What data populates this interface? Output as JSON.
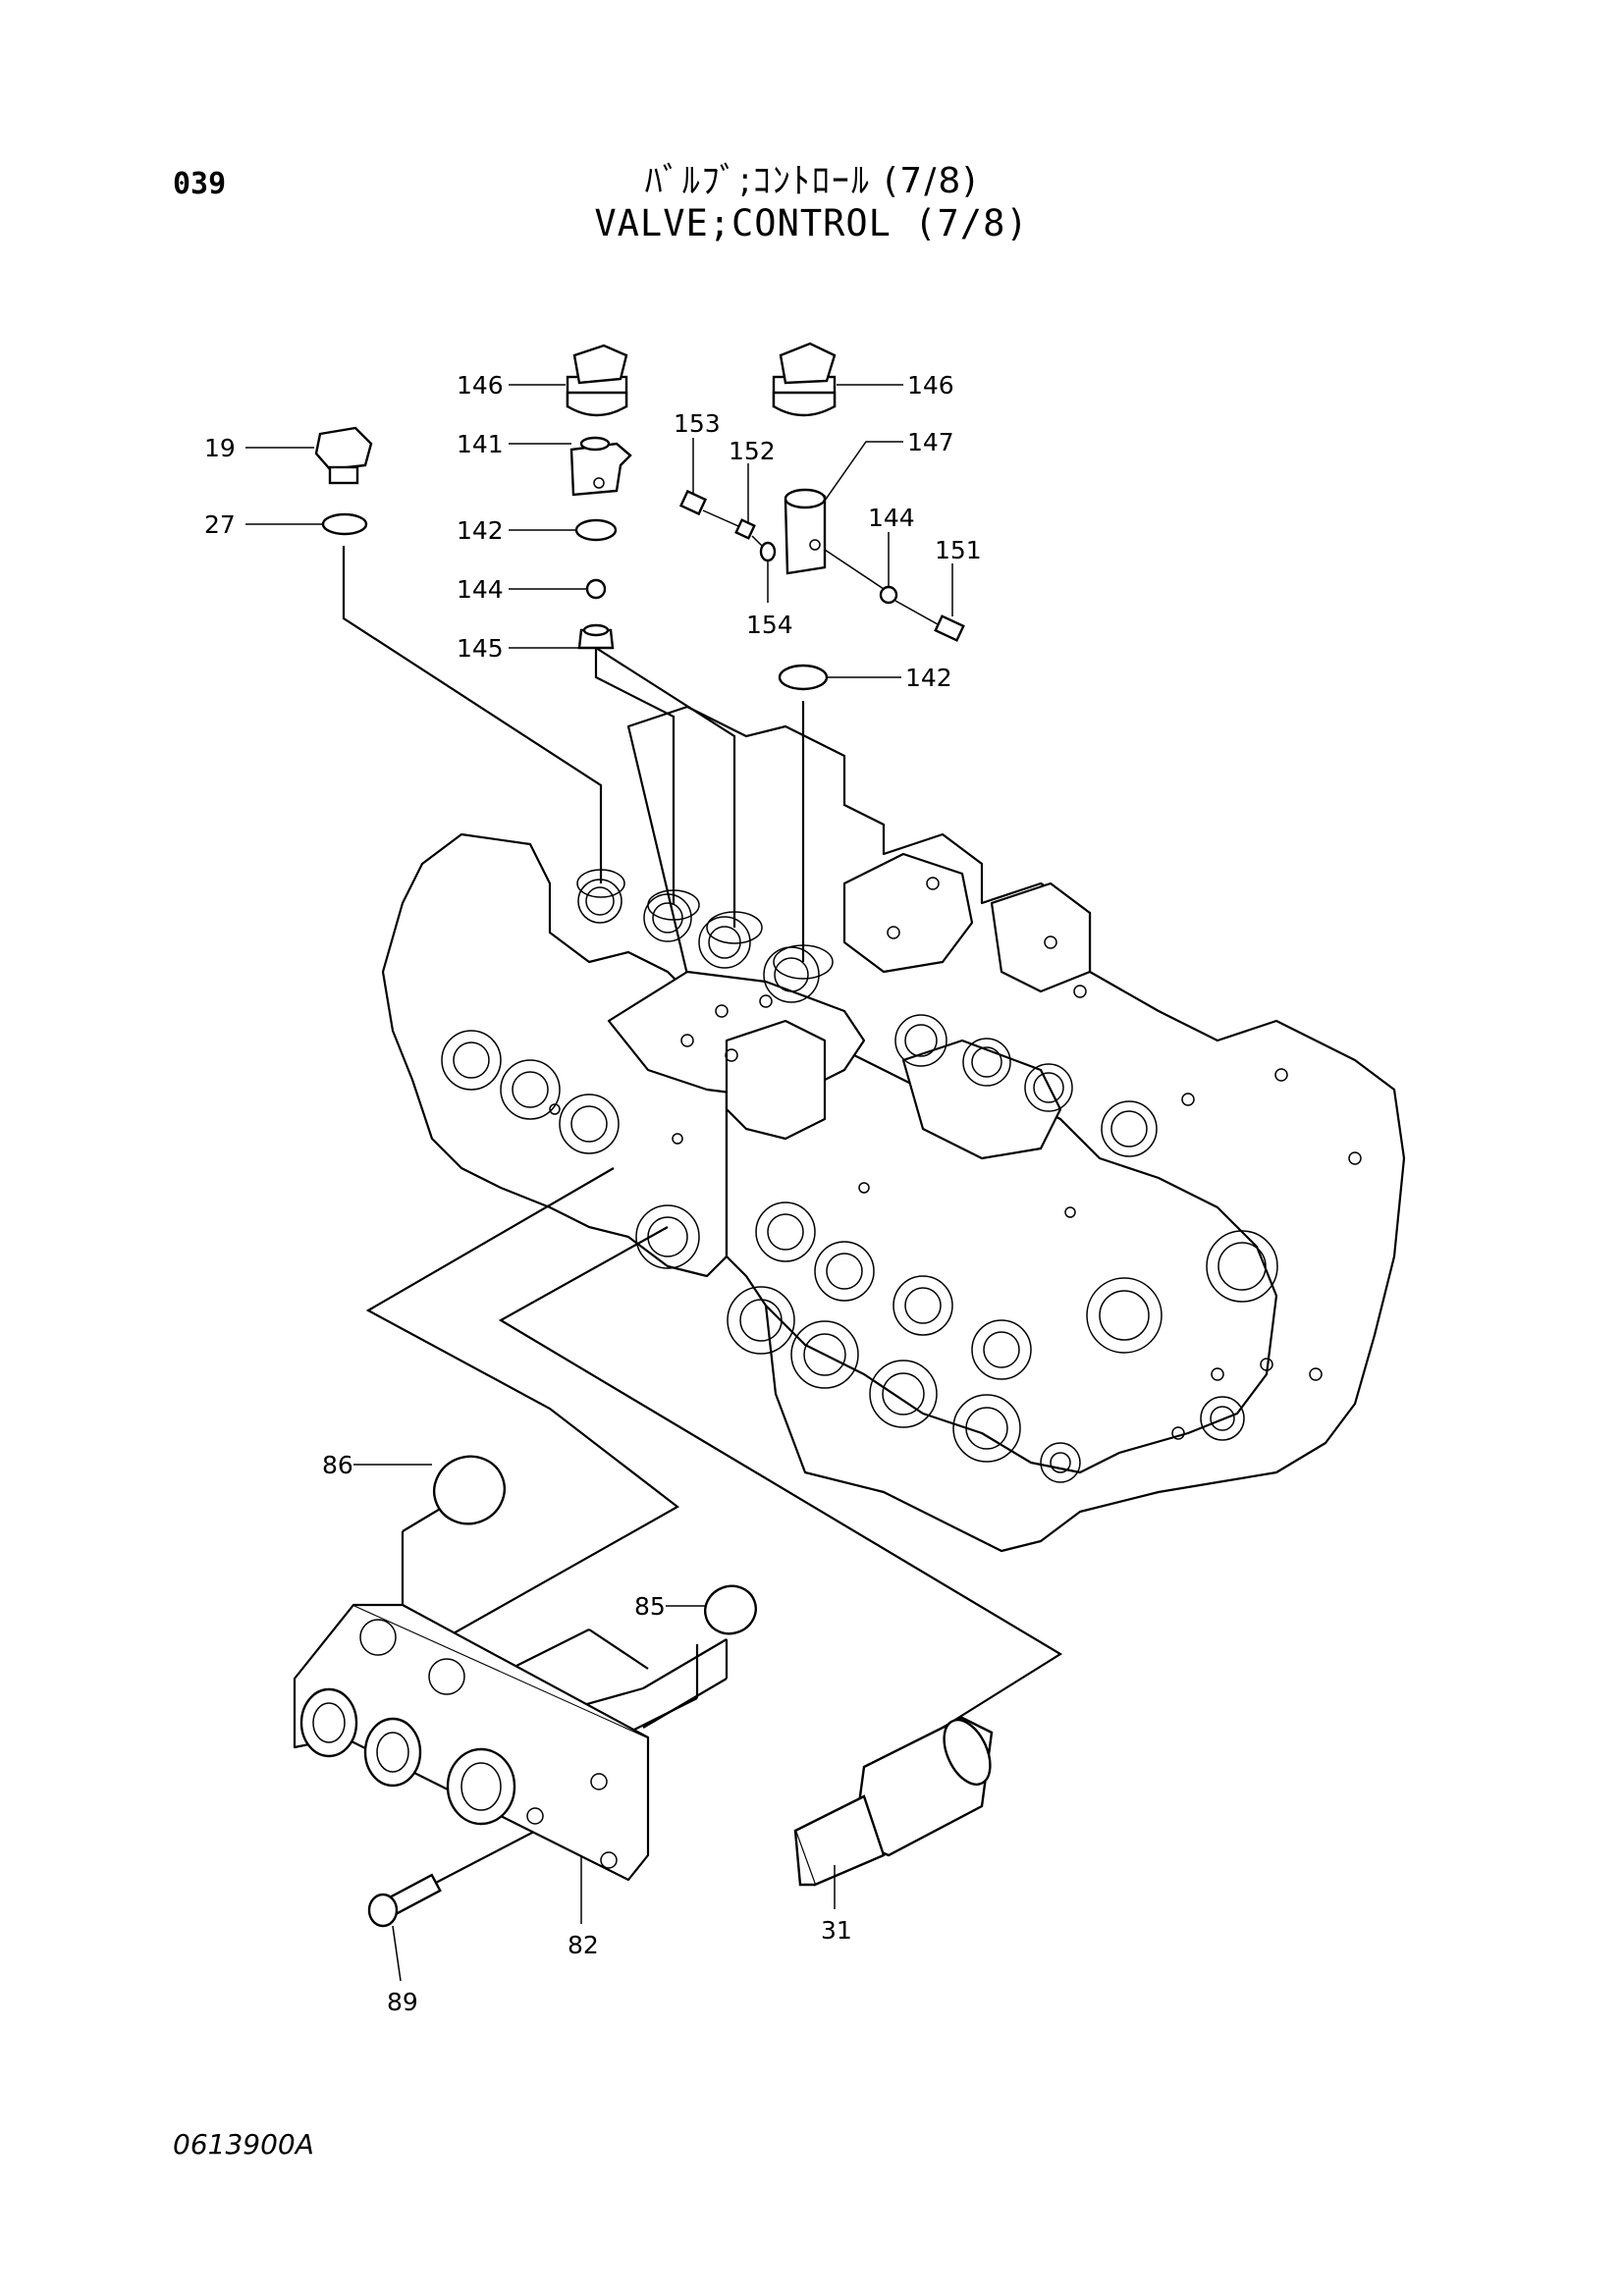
{
  "header": {
    "page_number": "039",
    "title_jp": "ﾊﾞﾙﾌﾞ;ｺﾝﾄﾛｰﾙ (7/8)",
    "title_en": "VALVE;CONTROL (7/8)"
  },
  "footer": {
    "drawing_code": "0613900A"
  },
  "callouts": [
    {
      "id": "c19",
      "label": "19"
    },
    {
      "id": "c27",
      "label": "27"
    },
    {
      "id": "c146a",
      "label": "146"
    },
    {
      "id": "c141",
      "label": "141"
    },
    {
      "id": "c142a",
      "label": "142"
    },
    {
      "id": "c144a",
      "label": "144"
    },
    {
      "id": "c145",
      "label": "145"
    },
    {
      "id": "c146b",
      "label": "146"
    },
    {
      "id": "c147",
      "label": "147"
    },
    {
      "id": "c153",
      "label": "153"
    },
    {
      "id": "c152",
      "label": "152"
    },
    {
      "id": "c144b",
      "label": "144"
    },
    {
      "id": "c151",
      "label": "151"
    },
    {
      "id": "c154",
      "label": "154"
    },
    {
      "id": "c142b",
      "label": "142"
    },
    {
      "id": "c86",
      "label": "86"
    },
    {
      "id": "c85",
      "label": "85"
    },
    {
      "id": "c82",
      "label": "82"
    },
    {
      "id": "c89",
      "label": "89"
    },
    {
      "id": "c31",
      "label": "31"
    }
  ]
}
